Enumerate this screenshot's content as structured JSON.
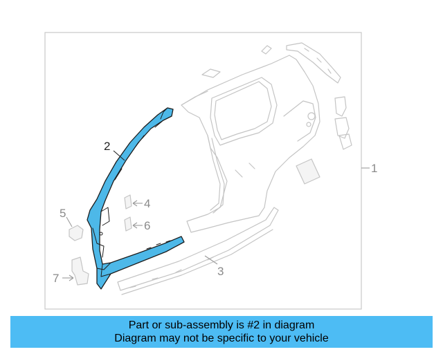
{
  "callouts": {
    "c1": "1",
    "c2": "2",
    "c3": "3",
    "c4": "4",
    "c5": "5",
    "c6": "6",
    "c7": "7"
  },
  "highlight_color": "#4db8e8",
  "banner": {
    "line1": "Part or sub-assembly is #2 in diagram",
    "line2": "Diagram may not be specific to your vehicle",
    "background": "#4dbcf4"
  }
}
